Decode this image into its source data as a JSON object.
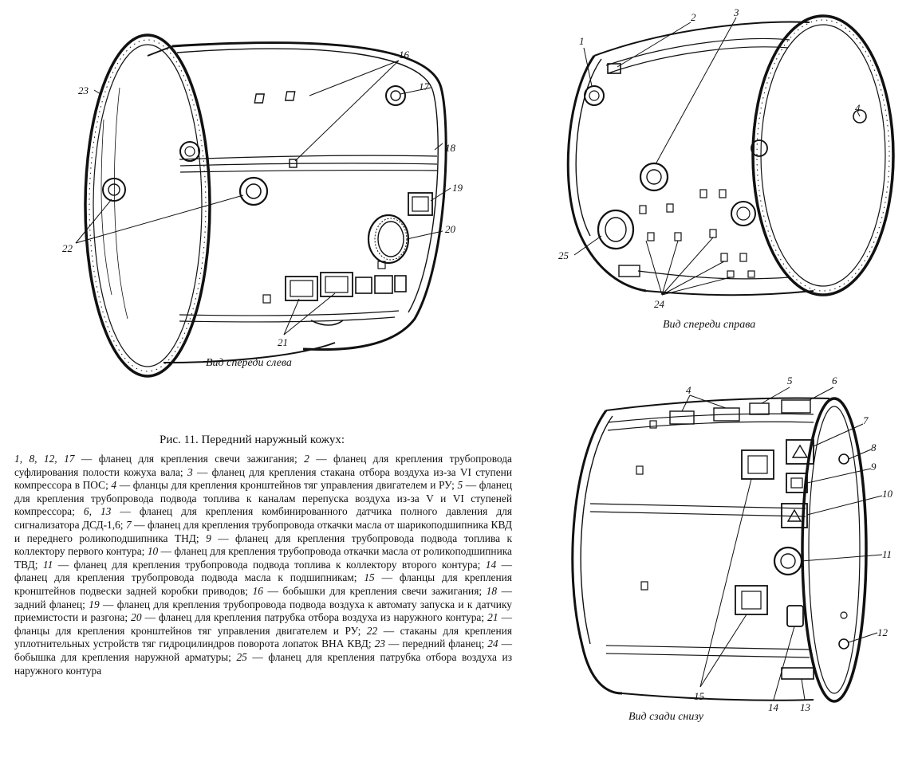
{
  "views": {
    "front_left": {
      "caption": "Вид спереди слева",
      "callouts": [
        "16",
        "17",
        "23",
        "18",
        "19",
        "20",
        "22",
        "21"
      ]
    },
    "front_right": {
      "caption": "Вид спереди справа",
      "callouts": [
        "1",
        "2",
        "3",
        "4",
        "25",
        "24"
      ]
    },
    "rear_bottom": {
      "caption": "Вид сзади снизу",
      "callouts": [
        "4",
        "5",
        "6",
        "7",
        "8",
        "9",
        "10",
        "11",
        "12",
        "13",
        "14",
        "15"
      ]
    }
  },
  "figure": {
    "title": "Рис. 11. Передний наружный кожух:",
    "legend": [
      {
        "num": "1, 8, 12, 17",
        "text": "фланец для крепления свечи зажигания;"
      },
      {
        "num": "2",
        "text": "фланец для крепления трубопровода суфлирования полости кожуха вала;"
      },
      {
        "num": "3",
        "text": "фланец для крепления стакана отбора воздуха из-за VI ступени компрессора в ПОС;"
      },
      {
        "num": "4",
        "text": "фланцы для крепления кронштейнов тяг управления двигателем и РУ;"
      },
      {
        "num": "5",
        "text": "фланец для крепления трубопровода подвода топлива к каналам перепуска воздуха из-за V и VI ступеней компрессора;"
      },
      {
        "num": "6, 13",
        "text": "фланец для крепления комбинированного датчика полного давления для сигнализатора ДСД-1,6;"
      },
      {
        "num": "7",
        "text": "фланец для крепления трубопровода откачки масла от шарикоподшипника КВД и переднего роликоподшипника ТНД;"
      },
      {
        "num": "9",
        "text": "фланец для крепления трубопровода подвода топлива к коллектору первого контура;"
      },
      {
        "num": "10",
        "text": "фланец для крепления трубопровода откачки масла от роликоподшипника ТВД;"
      },
      {
        "num": "11",
        "text": "фланец для крепления трубопровода подвода топлива к коллектору второго контура;"
      },
      {
        "num": "14",
        "text": "фланец для крепления трубопровода подвода масла к подшипникам;"
      },
      {
        "num": "15",
        "text": "фланцы для крепления кронштейнов подвески задней коробки приводов;"
      },
      {
        "num": "16",
        "text": "бобышки для крепления свечи зажигания;"
      },
      {
        "num": "18",
        "text": "задний фланец;"
      },
      {
        "num": "19",
        "text": "фланец для крепления трубопровода подвода воздуха к автомату запуска и к датчику приемистости и разгона;"
      },
      {
        "num": "20",
        "text": "фланец для крепления патрубка отбора воздуха из наружного контура;"
      },
      {
        "num": "21",
        "text": "фланцы для крепления кронштейнов тяг управления двигателем и РУ;"
      },
      {
        "num": "22",
        "text": "стаканы для крепления уплотнительных устройств тяг гидроцилиндров поворота лопаток ВНА КВД;"
      },
      {
        "num": "23",
        "text": "передний фланец;"
      },
      {
        "num": "24",
        "text": "бобышка для крепления наружной арматуры;"
      },
      {
        "num": "25",
        "text": "фланец для крепления патрубка отбора воздуха из наружного контура"
      }
    ]
  }
}
